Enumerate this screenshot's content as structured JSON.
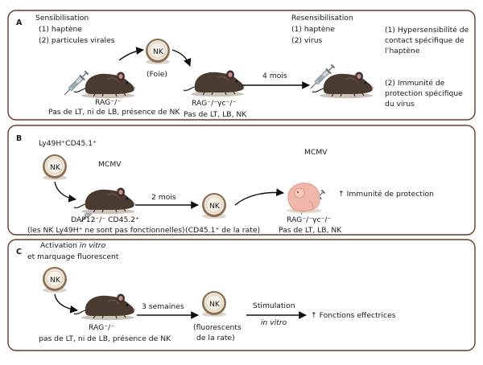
{
  "colors": {
    "panel_border": "#6b3a2e",
    "mouse_body": "#4a3b31",
    "nk_cell": "#ece4d4",
    "nk_ring": "#8b6f4e",
    "syringe": "#9aa8b2",
    "embryo": "#f0b7a8"
  },
  "panels": {
    "a": {
      "letter": "A",
      "sensitisation_title": "Sensibilisation",
      "sensitisation_items": [
        "(1) haptène",
        "(2) particules virales"
      ],
      "nk_label": "NK",
      "liver_label": "(Foie)",
      "mouse1_genotype": "RAG⁻/⁻",
      "mouse1_caption": "Pas de LT, ni de LB, présence de NK",
      "mouse2_genotype": "RAG⁻/⁻γc⁻/⁻",
      "mouse2_caption": "Pas de LT, LB, NK",
      "interval": "4 mois",
      "resensitisation_title": "Resensibilisation",
      "resensitisation_items": [
        "(1) haptène",
        "(2) virus"
      ],
      "results": [
        [
          "(1) Hypersensibilité de",
          "contact spécifique de",
          "l’haptène"
        ],
        [
          "(2) Immunité de",
          "protection spécifique",
          "du virus"
        ]
      ]
    },
    "b": {
      "letter": "B",
      "donor_label": "Ly49H⁺CD45.1⁺",
      "nk_label": "NK",
      "virus": "MCMV",
      "mouse_genotype": "DAP12⁻/⁻ CD45.2⁺",
      "mouse_caption": "(les NK Ly49H⁺ ne sont pas fonctionnelles)",
      "interval": "2 mois",
      "spleen_label": "(CD45.1⁺ de la rate)",
      "virus2": "MCMV",
      "pup_genotype": "RAG⁻/⁻γc⁻/⁻",
      "pup_caption": "Pas de LT, LB, NK",
      "result": "↑ Immunité de protection"
    },
    "c": {
      "letter": "C",
      "activation_prefix": "Activation ",
      "activation_italic": "in vitro",
      "activation_line2": "et marquage  fluorescent",
      "nk_label": "NK",
      "mouse_genotype": "RAG⁻/⁻",
      "mouse_caption": "pas de LT, ni de LB, présence de NK",
      "interval": "3 semaines",
      "fluor_label": [
        "(fluorescents",
        "de la rate)"
      ],
      "stimulation": "Stimulation",
      "stimulation_italic": "in vitro",
      "result": "↑ Fonctions effectrices"
    }
  }
}
